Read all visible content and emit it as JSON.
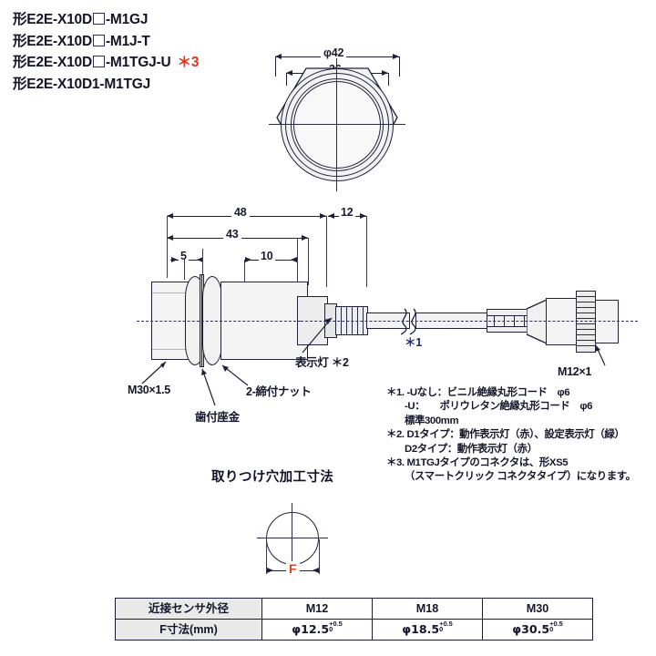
{
  "models": {
    "lines": [
      {
        "prefix": "形E2E-X10D",
        "box": true,
        "suffix": "-M1GJ",
        "note": ""
      },
      {
        "prefix": "形E2E-X10D",
        "box": true,
        "suffix": "-M1J-T",
        "note": ""
      },
      {
        "prefix": "形E2E-X10D",
        "box": true,
        "suffix": "-M1TGJ-U",
        "note": "＊3"
      },
      {
        "prefix": "形E2E-X10D1-M1TGJ",
        "box": false,
        "suffix": "",
        "note": ""
      }
    ]
  },
  "front_view": {
    "dim_outer": "φ42",
    "dim_inner": "36"
  },
  "side_view": {
    "dim_total": "48",
    "dim_body": "43",
    "dim_cable_boot": "12",
    "dim_nut_pair": "5",
    "dim_head": "10",
    "label_thread": "M30×1.5",
    "label_nuts": "2-締付ナット",
    "label_washer": "歯付座金",
    "label_indicator": "表示灯  ＊2",
    "label_cable_note": "＊1",
    "label_connector": "M12×1"
  },
  "notes": {
    "items": [
      "＊1. -Uなし：ビニル絶縁丸形コード　φ6",
      "-U：　　ポリウレタン絶縁丸形コード　φ6",
      "標準300mm",
      "＊2. D1タイプ：動作表示灯（赤）、設定表示灯（緑）",
      "D2タイプ：動作表示灯（赤）",
      "＊3. M1TGJタイプのコネクタは、形XS5",
      "（スマートクリック コネクタタイプ）になります。"
    ]
  },
  "mounting": {
    "title": "取りつけ穴加工寸法",
    "dim_label": "F"
  },
  "table": {
    "row_headers": [
      "近接センサ外径",
      "F寸法(mm)"
    ],
    "sizes": [
      "M12",
      "M18",
      "M30"
    ],
    "f_values": [
      "φ12.5",
      "φ18.5",
      "φ30.5"
    ],
    "tolerance_upper": "+0.5",
    "tolerance_lower": "0"
  },
  "colors": {
    "line": "#1f1f35",
    "text": "#16162b",
    "accent_red": "#e8311a",
    "accent_orange": "#d9452a",
    "metal_fill": "#f2f2f2",
    "header_fill": "#e9e9e9"
  }
}
